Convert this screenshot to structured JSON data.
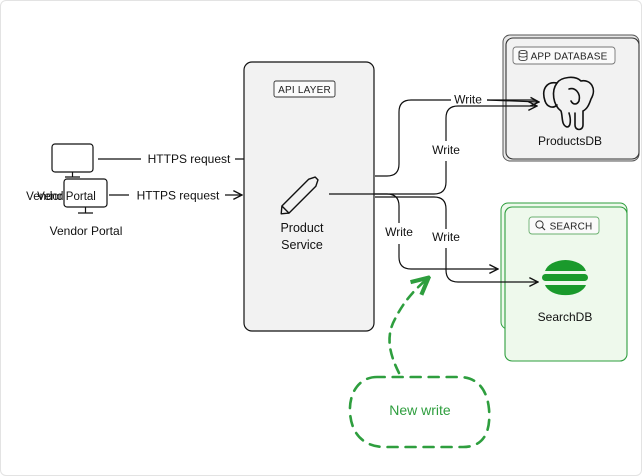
{
  "vendor_a": {
    "label": "Vendor Portal",
    "request_label": "HTTPS request"
  },
  "vendor_b": {
    "label": "Vendor Portal",
    "request_label": "HTTPS request"
  },
  "api_layer": {
    "badge": "API LAYER",
    "service_label_line1": "Product",
    "service_label_line2": "Service"
  },
  "app_database": {
    "badge": "APP DATABASE",
    "db_label": "ProductsDB"
  },
  "search": {
    "badge": "SEARCH",
    "db_label": "SearchDB"
  },
  "edges": {
    "write_top": "Write",
    "write_mid": "Write",
    "write_left": "Write",
    "write_right": "Write"
  },
  "annotation": {
    "label": "New write"
  },
  "colors": {
    "green_stroke": "#2e9e3e",
    "green_fill": "#eef9ec",
    "elastic_green": "#1a9a2c",
    "gray_fill": "#f2f2f2"
  },
  "icons": [
    "monitor-icon",
    "pencil-icon",
    "database-icon",
    "postgres-elephant-icon",
    "search-icon",
    "elasticsearch-icon"
  ]
}
